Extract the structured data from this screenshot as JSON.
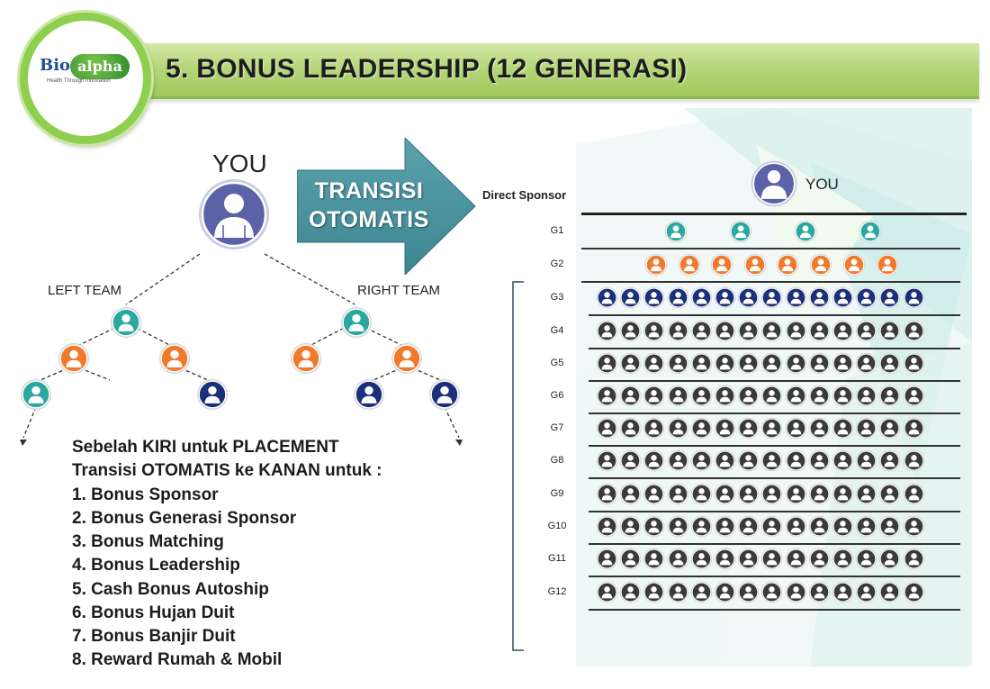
{
  "header": {
    "title": "5. BONUS LEADERSHIP (12 GENERASI)",
    "logo": {
      "bio": "Bio",
      "alpha": "alpha",
      "tagline": "Health Through Innovation"
    }
  },
  "left_tree": {
    "you_label": "YOU",
    "left_team_label": "LEFT TEAM",
    "right_team_label": "RIGHT TEAM"
  },
  "arrow": {
    "line1": "TRANSISI",
    "line2": "OTOMATIS"
  },
  "notes": [
    "Sebelah KIRI untuk PLACEMENT",
    "Transisi OTOMATIS ke KANAN untuk :",
    "1. Bonus Sponsor",
    "2. Bonus Generasi Sponsor",
    "3. Bonus Matching",
    "4. Bonus Leadership",
    "5. Cash Bonus Autoship",
    "6. Bonus Hujan Duit",
    "7. Bonus Banjir Duit",
    "8. Reward Rumah & Mobil"
  ],
  "generations_panel": {
    "you_label": "YOU",
    "direct_sponsor_label": "Direct Sponsor",
    "rows": [
      {
        "label": "G1",
        "count": 4,
        "color": "teal"
      },
      {
        "label": "G2",
        "count": 8,
        "color": "orange"
      },
      {
        "label": "G3",
        "count": 14,
        "color": "navy"
      },
      {
        "label": "G4",
        "count": 14,
        "color": "dark"
      },
      {
        "label": "G5",
        "count": 14,
        "color": "dark"
      },
      {
        "label": "G6",
        "count": 14,
        "color": "dark"
      },
      {
        "label": "G7",
        "count": 14,
        "color": "dark"
      },
      {
        "label": "G8",
        "count": 14,
        "color": "dark"
      },
      {
        "label": "G9",
        "count": 14,
        "color": "dark"
      },
      {
        "label": "G10",
        "count": 14,
        "color": "dark"
      },
      {
        "label": "G11",
        "count": 14,
        "color": "dark"
      },
      {
        "label": "G12",
        "count": 14,
        "color": "dark"
      }
    ]
  },
  "colors": {
    "header_green": "#9fc95c",
    "logo_ring": "#8ecf4f",
    "arrow": "#4a8f9a",
    "teal": "#2aa8a0",
    "orange": "#f07a2a",
    "navy": "#1b2f7a",
    "dark": "#3a3a3a",
    "big_avatar": "#5b62a8"
  }
}
